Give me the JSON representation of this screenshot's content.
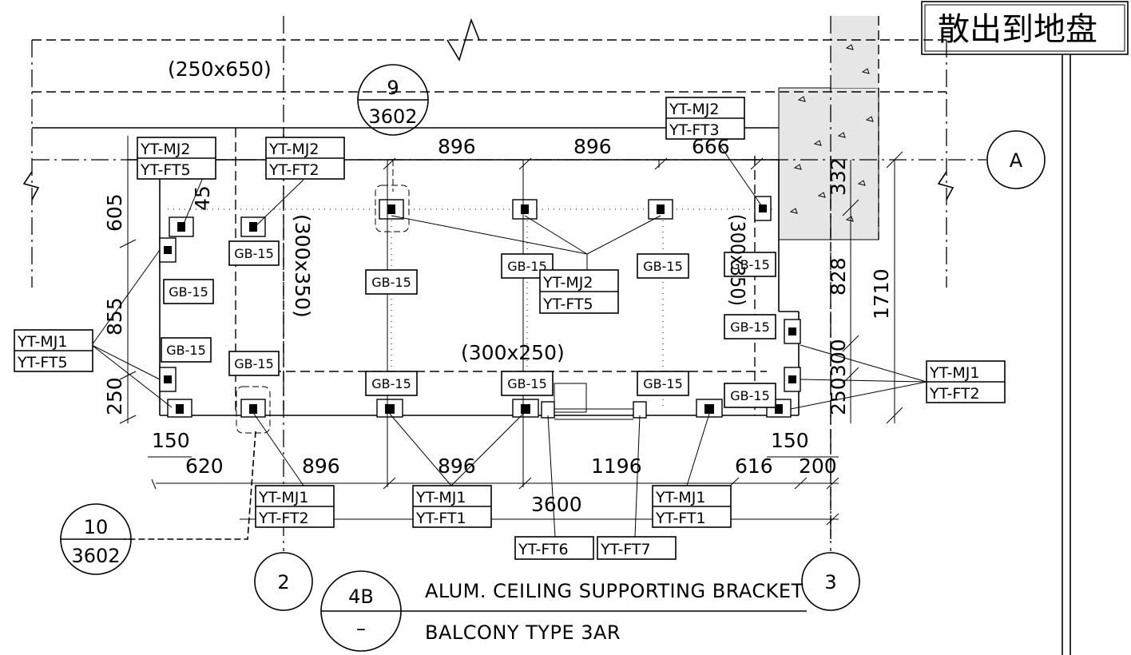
{
  "title_block": {
    "chinese_note": "散出到地盘",
    "drawing_id": "4B",
    "drawing_sub": "–",
    "title_line1": "ALUM. CEILING SUPPORTING BRACKET",
    "title_line2": "BALCONY TYPE 3AR"
  },
  "gridlines": [
    {
      "id": "grid-a",
      "label": "A"
    },
    {
      "id": "grid-2",
      "label": "2"
    },
    {
      "id": "grid-3",
      "label": "3"
    }
  ],
  "section_refs": [
    {
      "id": "ref-9",
      "num": "9",
      "sheet": "3602"
    },
    {
      "id": "ref-10",
      "num": "10",
      "sheet": "3602"
    }
  ],
  "beams": {
    "top": "(250x650)",
    "left": "(300x350)",
    "right_partial": "(300x350)",
    "bottom": "(300x250)"
  },
  "dimensions": {
    "top": [
      "896",
      "896",
      "666"
    ],
    "left": [
      "605",
      "45",
      "855",
      "250"
    ],
    "right": [
      "332",
      "828",
      "1710",
      "300",
      "250"
    ],
    "bottom_row1": [
      "150",
      "620",
      "896",
      "896",
      "1196",
      "616",
      "150",
      "200"
    ],
    "overall": "3600"
  },
  "panels": [
    "GB-15",
    "GB-15",
    "GB-15",
    "GB-15",
    "GB-15",
    "GB-15",
    "GB-15",
    "GB-15",
    "GB-15",
    "GB-15",
    "GB-15",
    "GB-15",
    "GB-15"
  ],
  "tags": [
    {
      "id": "tag-top-left-1",
      "top": "YT-MJ2",
      "bottom": "YT-FT5"
    },
    {
      "id": "tag-top-left-2",
      "top": "YT-MJ2",
      "bottom": "YT-FT2"
    },
    {
      "id": "tag-top-right",
      "top": "YT-MJ2",
      "bottom": "YT-FT3"
    },
    {
      "id": "tag-center",
      "top": "YT-MJ2",
      "bottom": "YT-FT5"
    },
    {
      "id": "tag-left",
      "top": "YT-MJ1",
      "bottom": "YT-FT5"
    },
    {
      "id": "tag-right",
      "top": "YT-MJ1",
      "bottom": "YT-FT2"
    },
    {
      "id": "tag-bottom-1",
      "top": "YT-MJ1",
      "bottom": "YT-FT2"
    },
    {
      "id": "tag-bottom-2",
      "top": "YT-MJ1",
      "bottom": "YT-FT1"
    },
    {
      "id": "tag-bottom-3",
      "top": "YT-MJ1",
      "bottom": "YT-FT1"
    }
  ],
  "single_tags": [
    "YT-FT6",
    "YT-FT7"
  ]
}
